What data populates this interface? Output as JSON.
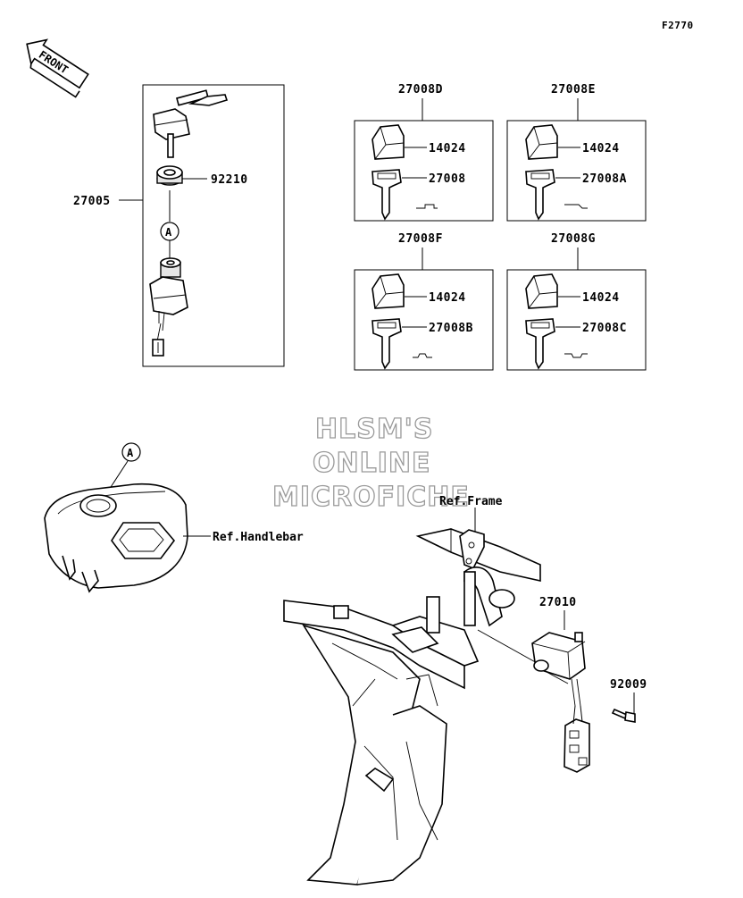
{
  "figure_code": "F2770",
  "front_arrow_label": "FRONT",
  "watermark": [
    "HLSM'S",
    "ONLINE",
    "MICROFICHE"
  ],
  "callouts": {
    "ignition_switch_assy": "27005",
    "nut": "92210",
    "ref_marker": "A",
    "key_set_d": "27008D",
    "key_set_e": "27008E",
    "key_set_f": "27008F",
    "key_set_g": "27008G",
    "key_cap_d": "14024",
    "key_cap_e": "14024",
    "key_cap_f": "14024",
    "key_cap_g": "14024",
    "key_d": "27008",
    "key_e": "27008A",
    "key_f": "27008B",
    "key_g": "27008C",
    "relay": "27010",
    "bolt": "92009",
    "ref_frame": "Ref.Frame",
    "ref_handlebar": "Ref.Handlebar"
  }
}
